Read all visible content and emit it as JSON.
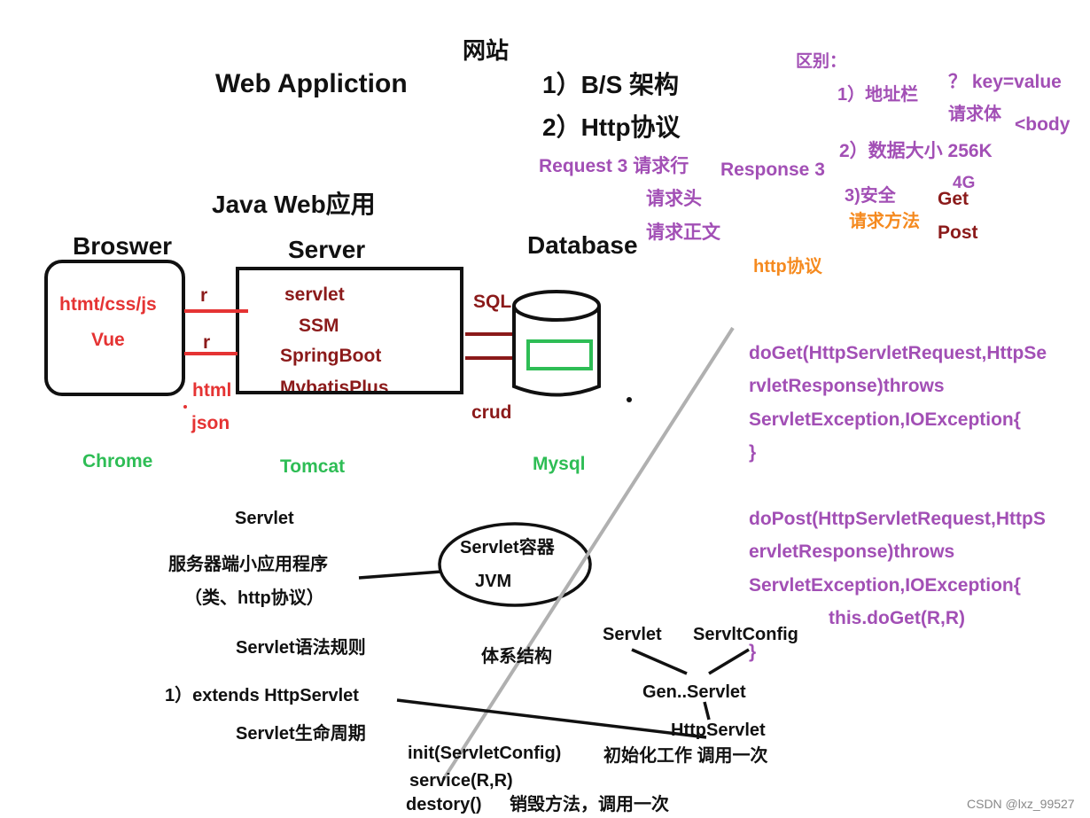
{
  "colors": {
    "purple": "#a24fb5",
    "dark_red": "#8b1a1a",
    "red": "#e53333",
    "green": "#2ebd55",
    "orange": "#f58a1f",
    "black": "#111111"
  },
  "header": {
    "website": "网站",
    "web_app": "Web Appliction",
    "bs": "1）B/S 架构",
    "http": "2）Http协议"
  },
  "request": {
    "title": "Request 3 请求行",
    "line2": "请求头",
    "line3": "请求正文",
    "response": "Response 3"
  },
  "differences": {
    "title": "区别：",
    "d1": "1）地址栏",
    "d1_val": "？ key=value",
    "d1_body": "请求体",
    "d1_body2": "<body",
    "d2": "2）数据大小 256K",
    "d2_val": "4G",
    "d3": "3)安全",
    "methods": "请求方法",
    "get": "Get",
    "post": "Post",
    "http_protocol": "http协议"
  },
  "java_web": "Java Web应用",
  "browser": {
    "label": "Broswer",
    "l1": "htmt/css/js",
    "l2": "Vue",
    "name": "Chrome"
  },
  "server": {
    "label": "Server",
    "items": [
      "servlet",
      "SSM",
      "SpringBoot",
      "MybatisPlus"
    ],
    "name": "Tomcat"
  },
  "database": {
    "label": "Database",
    "name": "Mysql"
  },
  "connectors": {
    "r1": "r",
    "r2": "r",
    "html": "html",
    "json": "json",
    "sql": "SQL",
    "crud": "crud"
  },
  "code": {
    "doget": [
      "doGet(HttpServletRequest,HttpSe",
      "rvletResponse)throws",
      "ServletException,IOException{",
      "}"
    ],
    "dopost": [
      "doPost(HttpServletRequest,HttpS",
      "ervletResponse)throws",
      "ServletException,IOException{",
      "this.doGet(R,R)",
      "}"
    ]
  },
  "servlet": {
    "title": "Servlet",
    "desc": "服务器端小应用程序",
    "desc2": "（类、http协议）",
    "container": "Servlet容器",
    "jvm": "JVM",
    "syntax": "Servlet语法规则",
    "extends": "1）extends HttpServlet",
    "lifecycle": "Servlet生命周期",
    "arch": "体系结构"
  },
  "hierarchy": {
    "servlet": "Servlet",
    "config": "ServltConfig",
    "generic": "Gen..Servlet",
    "http": "HttpServlet"
  },
  "lifecycle": {
    "init": "init(ServletConfig)",
    "init_desc": "初始化工作 调用一次",
    "service": "service(R,R)",
    "destroy": "destory()",
    "destroy_desc": "销毁方法，调用一次"
  },
  "watermark": "CSDN @lxz_99527"
}
